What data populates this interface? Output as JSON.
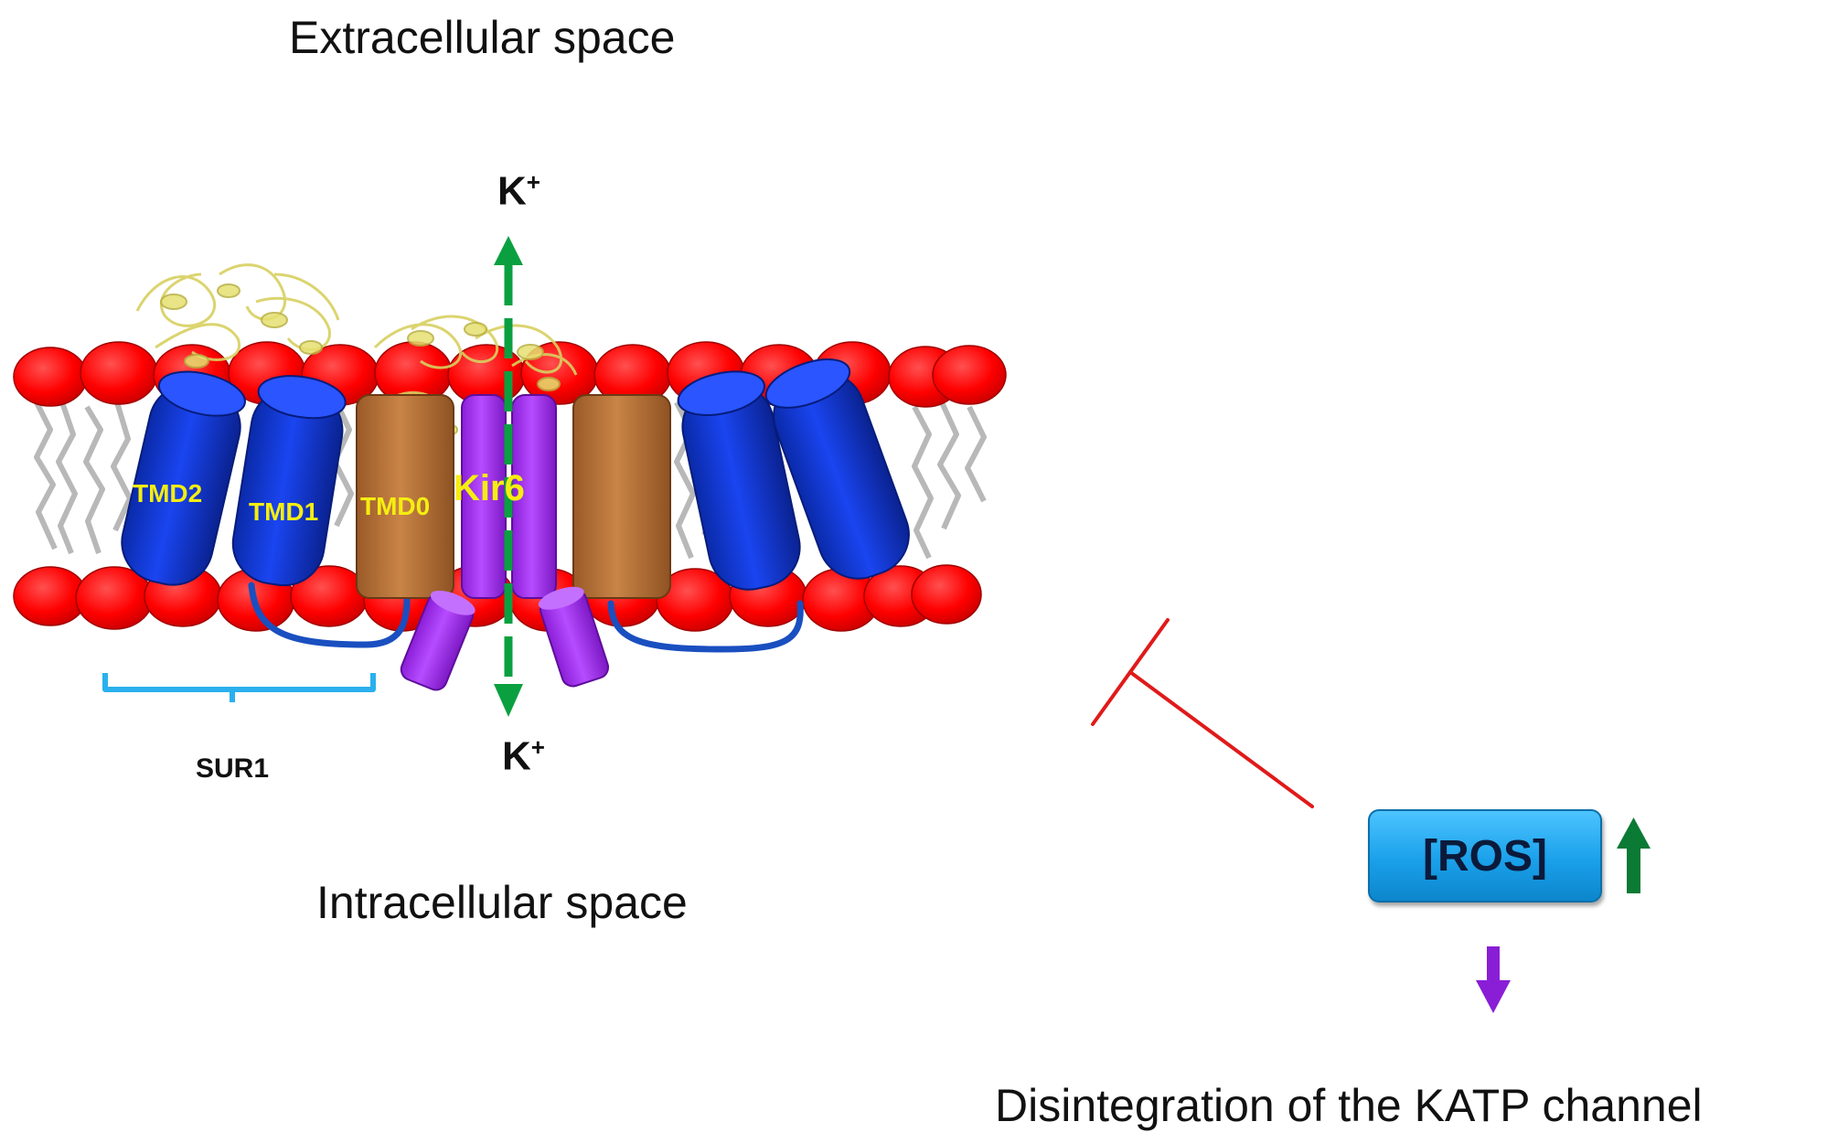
{
  "labels": {
    "extracellular": "Extracellular space",
    "intracellular": "Intracellular space",
    "k_top": "K",
    "k_top_sup": "+",
    "k_bottom": "K",
    "k_bottom_sup": "+",
    "sur1": "SUR1",
    "tmd2": "TMD2",
    "tmd1": "TMD1",
    "tmd0": "TMD0",
    "kir6": "Kir6",
    "ros": "[ROS]",
    "disintegration": "Disintegration of the KATP channel"
  },
  "colors": {
    "lipid_head": "#ff0000",
    "lipid_tail": "#b8b8b8",
    "tmd_blue": "#0a2fd0",
    "tmd0_brown": "#b8743a",
    "kir6_purple": "#a22cf0",
    "flux_green": "#0aa040",
    "up_arrow_green": "#0a7a35",
    "down_arrow_purple": "#8a1ed6",
    "inhibition_red": "#e01a1a",
    "bracket": "#2ab0ee",
    "ros_box": "#1aa0ea",
    "ligand_yellow": "#e6e070",
    "domain_label": "#f5ee10"
  },
  "icons": {
    "ros_trend": "up-arrow-icon",
    "consequence": "down-arrow-icon",
    "inhibition": "inhibition-t-bar-icon",
    "flux": "potassium-flux-arrow-icon"
  }
}
